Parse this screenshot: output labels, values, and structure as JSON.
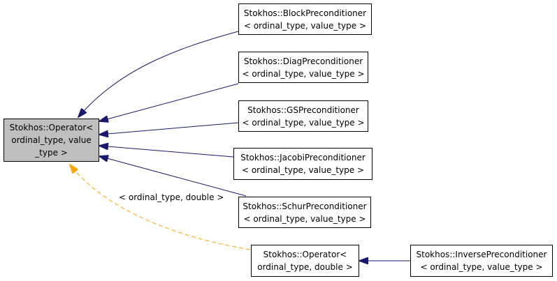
{
  "colors": {
    "edge": "#191970",
    "template_edge": "#ffa500",
    "focus_fill": "#bfbfbf"
  },
  "nodes": {
    "operator": [
      "Stokhos::Operator<",
      "ordinal_type, value",
      "_type >"
    ],
    "block": [
      "Stokhos::BlockPreconditioner",
      "< ordinal_type, value_type >"
    ],
    "diag": [
      "Stokhos::DiagPreconditioner",
      "< ordinal_type, value_type >"
    ],
    "gs": [
      "Stokhos::GSPreconditioner",
      "< ordinal_type, value_type >"
    ],
    "jacobi": [
      "Stokhos::JacobiPreconditioner",
      "< ordinal_type, value_type >"
    ],
    "schur": [
      "Stokhos::SchurPreconditioner",
      "< ordinal_type, value_type >"
    ],
    "operator_double": [
      "Stokhos::Operator<",
      "ordinal_type, double >"
    ],
    "inverse": [
      "Stokhos::InversePreconditioner",
      "< ordinal_type, value_type >"
    ]
  },
  "edge_labels": {
    "template_args": "< ordinal_type, double >"
  }
}
